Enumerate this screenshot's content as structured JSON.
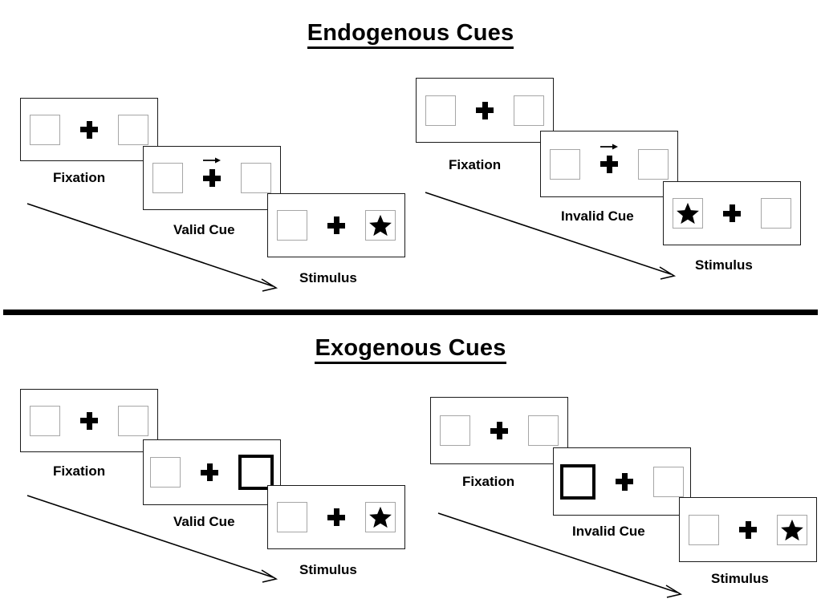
{
  "figure": {
    "title_endogenous": "Endogenous Cues",
    "title_exogenous": "Exogenous Cues",
    "colors": {
      "frame_border": "#1a1a1a",
      "slot_border": "#a6a6a6",
      "cue_border": "#000000",
      "ink": "#000000",
      "background": "#ffffff"
    }
  },
  "labels": {
    "fixation": "Fixation",
    "valid_cue": "Valid Cue",
    "invalid_cue": "Invalid Cue",
    "stimulus": "Stimulus"
  },
  "icons": {
    "fixation_cross": "fixation-cross-icon",
    "cue_arrow_right": "arrow-right-cue-icon",
    "target_star": "star-target-icon",
    "flow_arrow": "time-flow-arrow-icon"
  },
  "panels": [
    {
      "id": "endogenous-valid",
      "section": "Endogenous Cues",
      "cue_type": "arrow",
      "validity": "valid",
      "frames": [
        {
          "name": "fixation",
          "label": "Fixation",
          "left_slot": "empty",
          "right_slot": "empty",
          "cue": "none",
          "target": "none"
        },
        {
          "name": "cue",
          "label": "Valid Cue",
          "left_slot": "empty",
          "right_slot": "empty",
          "cue": "arrow-right",
          "target": "none"
        },
        {
          "name": "stimulus",
          "label": "Stimulus",
          "left_slot": "empty",
          "right_slot": "star",
          "cue": "none",
          "target": "right"
        }
      ]
    },
    {
      "id": "endogenous-invalid",
      "section": "Endogenous Cues",
      "cue_type": "arrow",
      "validity": "invalid",
      "frames": [
        {
          "name": "fixation",
          "label": "Fixation",
          "left_slot": "empty",
          "right_slot": "empty",
          "cue": "none",
          "target": "none"
        },
        {
          "name": "cue",
          "label": "Invalid Cue",
          "left_slot": "empty",
          "right_slot": "empty",
          "cue": "arrow-right",
          "target": "none"
        },
        {
          "name": "stimulus",
          "label": "Stimulus",
          "left_slot": "star",
          "right_slot": "empty",
          "cue": "none",
          "target": "left"
        }
      ]
    },
    {
      "id": "exogenous-valid",
      "section": "Exogenous Cues",
      "cue_type": "box-flash",
      "validity": "valid",
      "frames": [
        {
          "name": "fixation",
          "label": "Fixation",
          "left_slot": "empty",
          "right_slot": "empty",
          "cue": "none",
          "target": "none"
        },
        {
          "name": "cue",
          "label": "Valid Cue",
          "left_slot": "empty",
          "right_slot": "thick",
          "cue": "box-flash-right",
          "target": "none"
        },
        {
          "name": "stimulus",
          "label": "Stimulus",
          "left_slot": "empty",
          "right_slot": "star",
          "cue": "none",
          "target": "right"
        }
      ]
    },
    {
      "id": "exogenous-invalid",
      "section": "Exogenous Cues",
      "cue_type": "box-flash",
      "validity": "invalid",
      "frames": [
        {
          "name": "fixation",
          "label": "Fixation",
          "left_slot": "empty",
          "right_slot": "empty",
          "cue": "none",
          "target": "none"
        },
        {
          "name": "cue",
          "label": "Invalid Cue",
          "left_slot": "thick",
          "right_slot": "empty",
          "cue": "box-flash-left",
          "target": "none"
        },
        {
          "name": "stimulus",
          "label": "Stimulus",
          "left_slot": "empty",
          "right_slot": "star",
          "cue": "none",
          "target": "right"
        }
      ]
    }
  ]
}
